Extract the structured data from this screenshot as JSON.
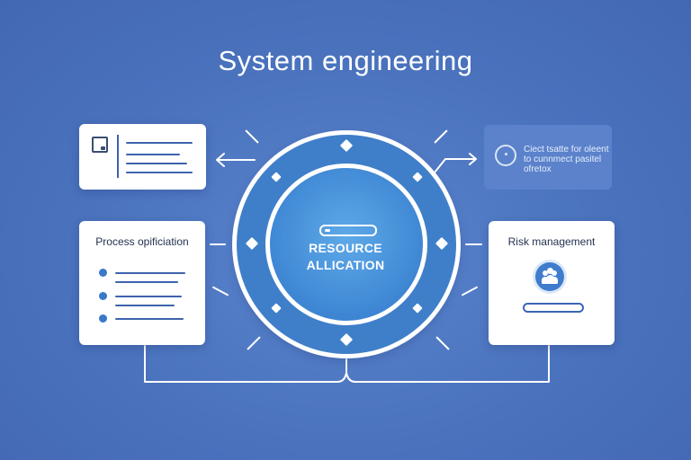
{
  "page": {
    "title": "System engineering"
  },
  "center": {
    "label": "RESOURCE\nALLICATION"
  },
  "cards": {
    "top_left": {
      "lines": 4
    },
    "top_right": {
      "text": "Ciect tsatte for oleent to cunnmect pasitel ofretox"
    },
    "bottom_left": {
      "title": "Process opificiation",
      "items": 3
    },
    "bottom_right": {
      "title": "Risk management"
    }
  },
  "colors": {
    "background": "#4a72bd",
    "accent": "#3f7fc9",
    "card": "#ffffff",
    "text_dark": "#23324f"
  },
  "icons": [
    "document-icon",
    "people-icon",
    "progress-icon",
    "arrow-left-icon",
    "arrow-right-icon"
  ]
}
